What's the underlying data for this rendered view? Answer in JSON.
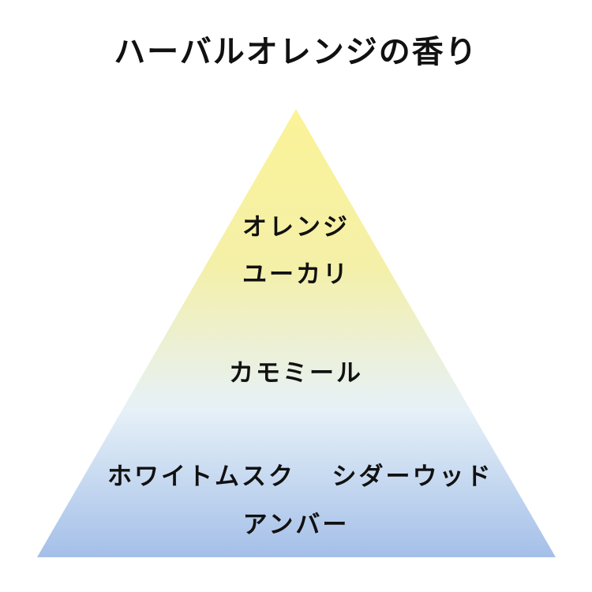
{
  "title": "ハーバルオレンジの香り",
  "pyramid": {
    "colors": {
      "top": "#fbf397",
      "middle": "#e6f1f8",
      "bottom": "#a4bfe8"
    },
    "top_notes": [
      "オレンジ",
      "ユーカリ"
    ],
    "middle_notes": [
      "カモミール"
    ],
    "base_notes": [
      "ホワイトムスク",
      "シダーウッド",
      "アンバー"
    ]
  }
}
